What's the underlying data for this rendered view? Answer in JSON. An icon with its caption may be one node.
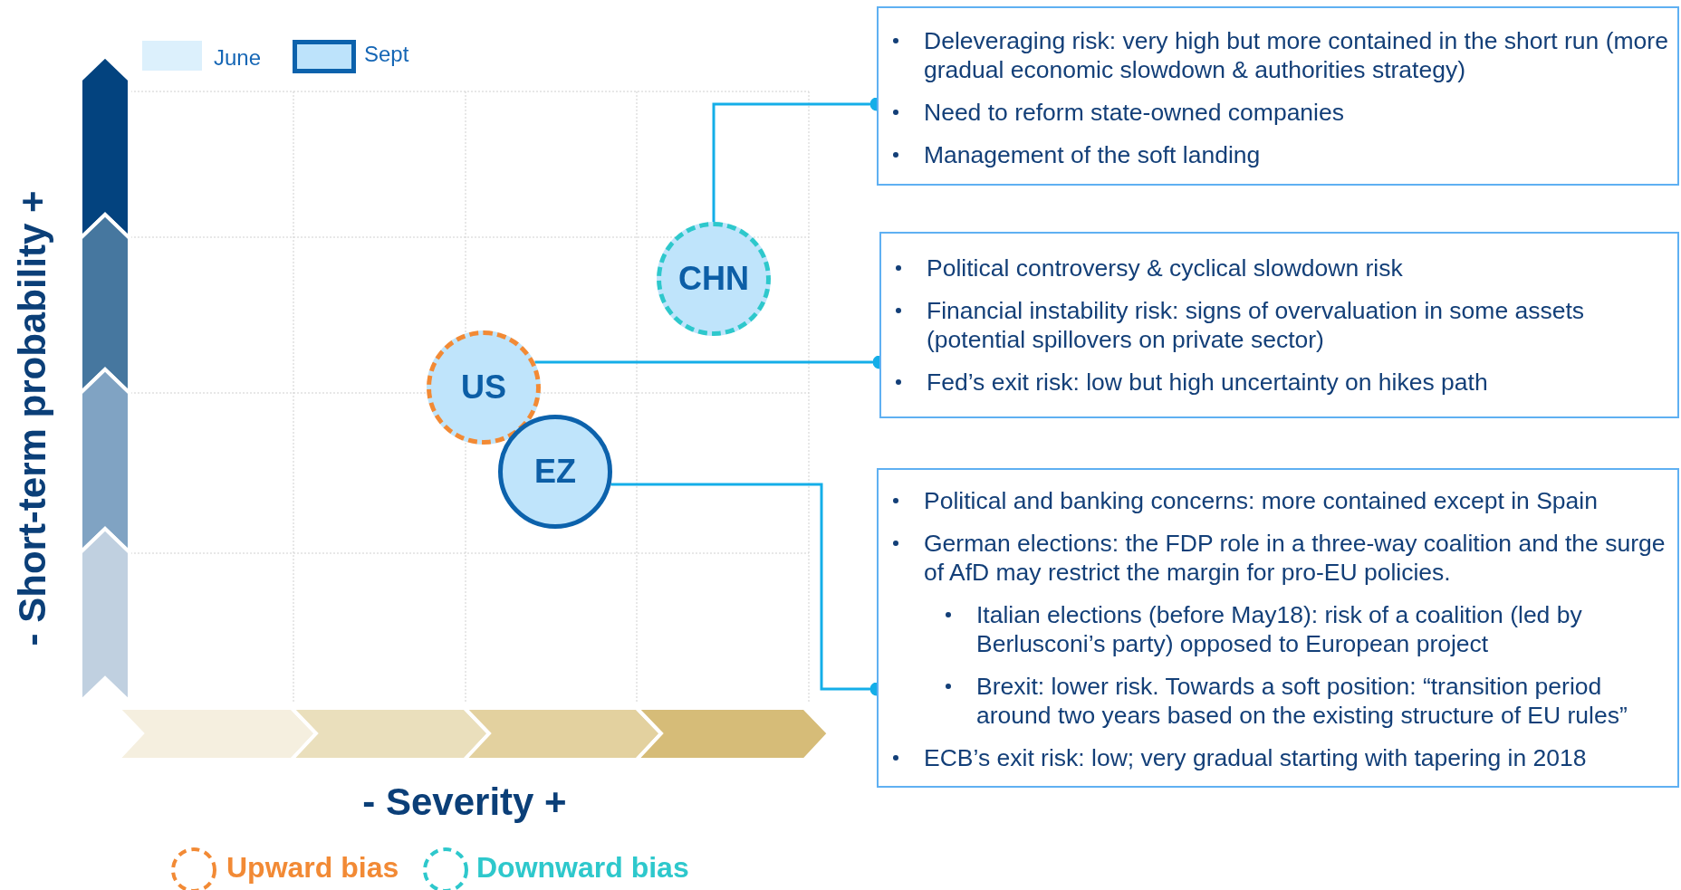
{
  "diagram": {
    "nodes": [
      {
        "text": [
          "CHN"
        ]
      },
      {
        "text": [
          "US"
        ]
      },
      {
        "text": [
          "EZ"
        ]
      },
      {
        "text": [
          "Deleveraging risk: very high but more contained in the short run (more gradual economic slowdown & authorities strategy)",
          "Need to reform state-owned companies",
          "Management of the soft landing"
        ]
      },
      {
        "text": [
          "Political controversy & cyclical slowdown risk",
          "Financial instability risk: signs of overvaluation in some assets (potential spillovers on private sector)",
          "Fed’s exit risk: low but high uncertainty on hikes path"
        ]
      },
      {
        "text": [
          "Political and banking concerns: more contained except in Spain",
          "German elections: the FDP role in a three-way coalition and the surge of AfD may restrict the margin for pro-EU policies.",
          "Italian elections (before May18): risk of a coalition (led by Berlusconi’s party) opposed to European project",
          "Brexit: lower risk. Towards a soft position: “transition period around two years based on the existing structure of EU rules”",
          "ECB’s exit risk: low; very gradual starting with tapering in 2018"
        ]
      }
    ],
    "edges": [
      {
        "from": 0,
        "to": 3,
        "arrow": "other"
      },
      {
        "from": 1,
        "to": 4,
        "arrow": "other"
      },
      {
        "from": 2,
        "to": 5,
        "arrow": "other"
      }
    ],
    "labels": [
      "- Short-term probability +",
      "- Severity +"
    ],
    "legend": [
      {
        "text": "June",
        "color": "#dcf0fc"
      },
      {
        "text": "Sept",
        "color": "#bde3fb"
      },
      {
        "text": "Upward bias"
      },
      {
        "text": "Downward bias"
      }
    ]
  }
}
